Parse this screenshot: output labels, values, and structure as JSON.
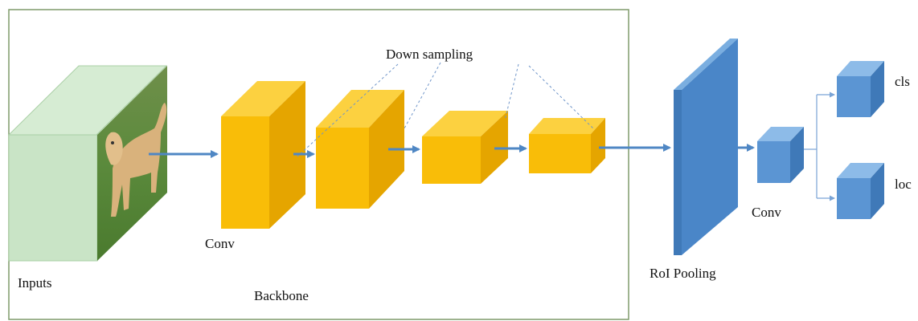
{
  "labels": {
    "inputs": "Inputs",
    "conv_backbone": "Conv",
    "backbone": "Backbone",
    "down_sampling": "Down sampling",
    "roi_pooling": "RoI Pooling",
    "conv_head": "Conv",
    "cls": "cls",
    "loc": "loc"
  },
  "colors": {
    "input_block": "#c9e4c6",
    "backbone_block": "#f9bd08",
    "head_block": "#4a86c8",
    "arrow": "#4f87c4",
    "frame": "#7f9a6a"
  },
  "icons": {
    "input_image": "dog-photo-icon"
  }
}
